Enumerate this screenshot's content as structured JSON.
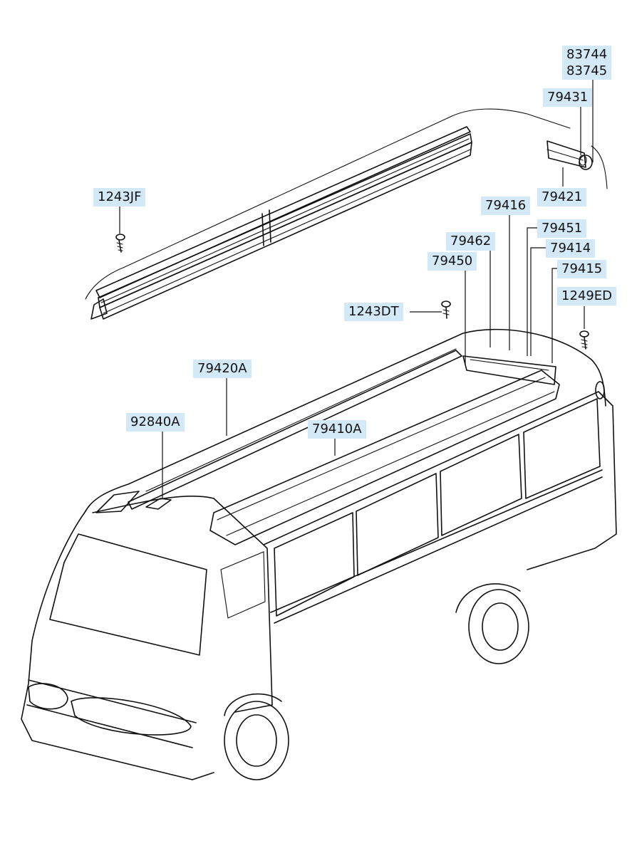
{
  "diagram": {
    "callouts": [
      {
        "id": "c83744",
        "text": "83744\n83745"
      },
      {
        "id": "c79431",
        "text": "79431"
      },
      {
        "id": "c79421",
        "text": "79421"
      },
      {
        "id": "c1243jf",
        "text": "1243JF"
      },
      {
        "id": "c79416",
        "text": "79416"
      },
      {
        "id": "c79451",
        "text": "79451"
      },
      {
        "id": "c79462",
        "text": "79462"
      },
      {
        "id": "c79414",
        "text": "79414"
      },
      {
        "id": "c79450",
        "text": "79450"
      },
      {
        "id": "c79415",
        "text": "79415"
      },
      {
        "id": "c1249ed",
        "text": "1249ED"
      },
      {
        "id": "c1243dt",
        "text": "1243DT"
      },
      {
        "id": "c79420a",
        "text": "79420A"
      },
      {
        "id": "c92840a",
        "text": "92840A"
      },
      {
        "id": "c79410a",
        "text": "79410A"
      }
    ]
  }
}
